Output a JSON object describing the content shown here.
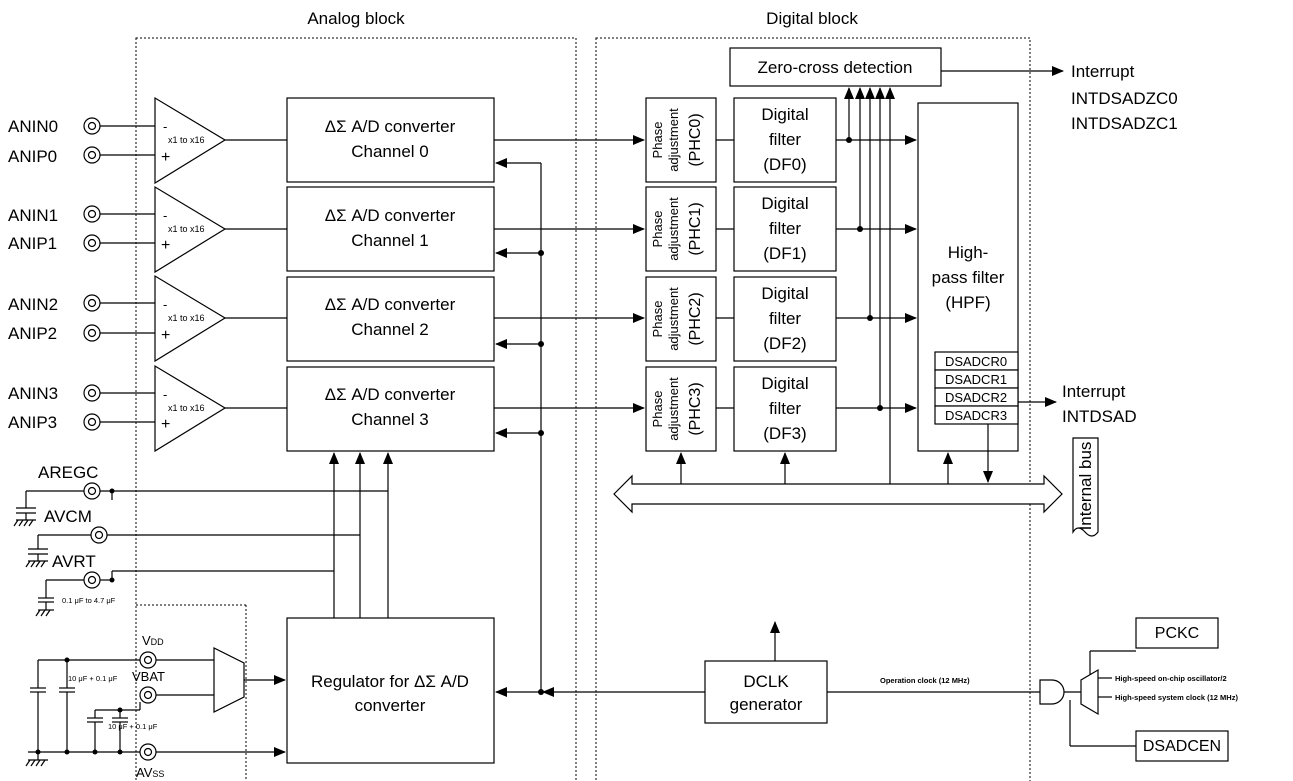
{
  "analog_block": {
    "title": "Analog block",
    "pins": [
      {
        "neg": "ANIN0",
        "pos": "ANIP0"
      },
      {
        "neg": "ANIN1",
        "pos": "ANIP1"
      },
      {
        "neg": "ANIN2",
        "pos": "ANIP2"
      },
      {
        "neg": "ANIN3",
        "pos": "ANIP3"
      }
    ],
    "amp_gain": "x1 to x16",
    "amp_minus": "-",
    "amp_plus": "+",
    "converters": [
      {
        "line1": "ΔΣ A/D converter",
        "line2": "Channel 0"
      },
      {
        "line1": "ΔΣ A/D converter",
        "line2": "Channel 1"
      },
      {
        "line1": "ΔΣ A/D converter",
        "line2": "Channel 2"
      },
      {
        "line1": "ΔΣ A/D converter",
        "line2": "Channel 3"
      }
    ],
    "aregc": "AREGC",
    "avcm": "AVCM",
    "avrt": "AVRT",
    "cap_note": "0.1 μF to 4.7 μF",
    "vdd_main": "V",
    "vdd_sub": "DD",
    "vbat": "VBAT",
    "avss_main": "AV",
    "avss_sub": "SS",
    "cap1": "10 μF + 0.1 μF",
    "cap2": "10 μF + 0.1 μF",
    "regulator_line1": "Regulator for ΔΣ A/D",
    "regulator_line2": "converter"
  },
  "digital_block": {
    "title": "Digital block",
    "zero_cross": "Zero-cross detection",
    "phase_label_top": "Phase",
    "phase_label_mid": "adjustment",
    "phase": [
      "(PHC0)",
      "(PHC1)",
      "(PHC2)",
      "(PHC3)"
    ],
    "filters": [
      {
        "l1": "Digital",
        "l2": "filter",
        "l3": "(DF0)"
      },
      {
        "l1": "Digital",
        "l2": "filter",
        "l3": "(DF1)"
      },
      {
        "l1": "Digital",
        "l2": "filter",
        "l3": "(DF2)"
      },
      {
        "l1": "Digital",
        "l2": "filter",
        "l3": "(DF3)"
      }
    ],
    "hpf_l1": "High-",
    "hpf_l2": "pass filter",
    "hpf_l3": "(HPF)",
    "registers": [
      "DSADCR0",
      "DSADCR1",
      "DSADCR2",
      "DSADCR3"
    ],
    "dclk_l1": "DCLK",
    "dclk_l2": "generator"
  },
  "external": {
    "interrupt1": "Interrupt",
    "intzc0": "INTDSADZC0",
    "intzc1": "INTDSADZC1",
    "interrupt2": "Interrupt",
    "intdsad": "INTDSAD",
    "internal_bus": "Internal bus",
    "op_clock": "Operation clock (12 MHz)",
    "pckc": "PCKC",
    "osc1": "High-speed on-chip oscillator/2",
    "osc2": "High-speed system clock (12 MHz)",
    "dsadcen": "DSADCEN"
  }
}
